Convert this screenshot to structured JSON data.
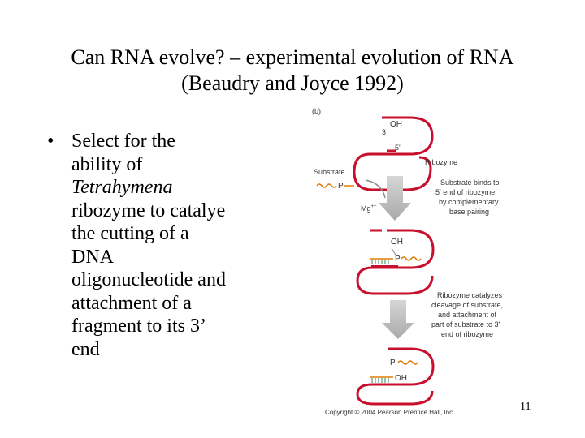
{
  "slide": {
    "title_line1": "Can RNA evolve? – experimental evolution of RNA",
    "title_line2": "(Beaudry and Joyce 1992)",
    "bullet_symbol": "•",
    "bullet": {
      "line1": "Select for the",
      "line2": "ability of",
      "line3_italic": "Tetrahymena",
      "line4": "ribozyme to catalye",
      "line5": "the cutting of a",
      "line6": "DNA",
      "line7": "oligonucleotide and",
      "line8": "attachment of a",
      "line9": "fragment to its 3’",
      "line10": "end"
    },
    "slide_number": "11"
  },
  "figure": {
    "panel_label": "(b)",
    "oh_top": "OH",
    "three_prime": "3",
    "five_prime": "5'",
    "ribozyme_label": "Ribozyme",
    "substrate_label": "Substrate",
    "p_substrate": "P",
    "mg_label": "Mg",
    "mg_superscript": "++",
    "binds_note": {
      "line1": "Substrate binds to",
      "line2": "5' end of ribozyme",
      "line3": "by complementary",
      "line4": "base pairing"
    },
    "oh_mid": "OH",
    "p_mid": "P",
    "catalyzes_note": {
      "line1": "Ribozyme catalyzes",
      "line2": "cleavage of substrate,",
      "line3": "and attachment of",
      "line4": "part of substrate to 3'",
      "line5": "end of ribozyme"
    },
    "p_bottom": "P",
    "oh_bottom": "OH",
    "copyright": "Copyright © 2004 Pearson Prentice Hall, Inc.",
    "colors": {
      "ribozyme": "#c8102e",
      "substrate": "#e07b00",
      "arrow": "#bdbdbd",
      "text": "#333333"
    }
  }
}
